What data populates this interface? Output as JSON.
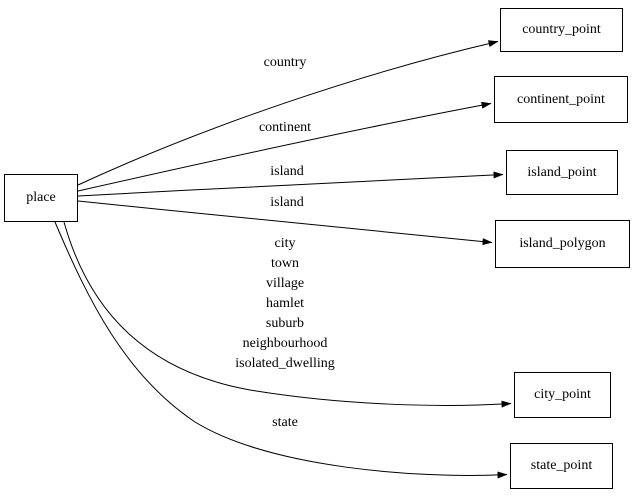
{
  "colors": {
    "background": "#ffffff",
    "line": "#000000",
    "node_border": "#000000",
    "node_fill": "#ffffff",
    "text": "#000000"
  },
  "nodes": {
    "place": {
      "label": "place"
    },
    "country_point": {
      "label": "country_point"
    },
    "continent_point": {
      "label": "continent_point"
    },
    "island_point": {
      "label": "island_point"
    },
    "island_polygon": {
      "label": "island_polygon"
    },
    "city_point": {
      "label": "city_point"
    },
    "state_point": {
      "label": "state_point"
    }
  },
  "edge_labels": {
    "country": "country",
    "continent": "continent",
    "island_to_point": "island",
    "island_to_polygon": "island",
    "city_group": "city\ntown\nvillage\nhamlet\nsuburb\nneighbourhood\nisolated_dwelling",
    "state": "state"
  }
}
